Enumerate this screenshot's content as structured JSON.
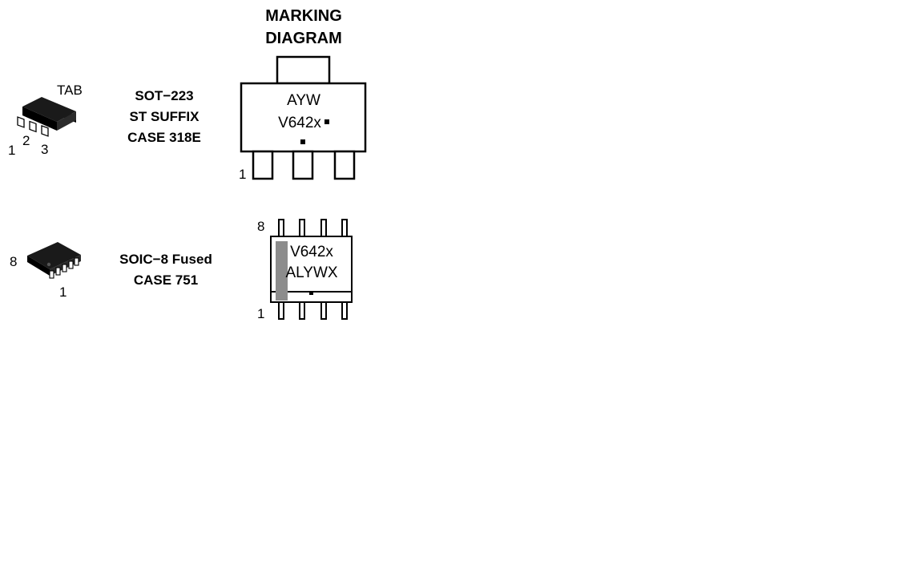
{
  "header": {
    "line1": "MARKING",
    "line2": "DIAGRAM"
  },
  "sot223": {
    "pkg_line1": "SOT−223",
    "pkg_line2": "ST SUFFIX",
    "pkg_line3": "CASE 318E",
    "tab_label": "TAB",
    "pin1": "1",
    "pin2": "2",
    "pin3": "3",
    "marking_line1": "AYW",
    "marking_line2": "V642x",
    "marking_pin1": "1"
  },
  "soic8": {
    "pkg_line1": "SOIC−8 Fused",
    "pkg_line2": "CASE 751",
    "pin8": "8",
    "pin1": "1",
    "marking_line1": "V642x",
    "marking_line2": "ALYWX",
    "marking_pin8": "8",
    "marking_pin1": "1"
  },
  "colors": {
    "outline": "#000000",
    "fused_bar": "#8c8c8c",
    "package_body": "#000000"
  }
}
